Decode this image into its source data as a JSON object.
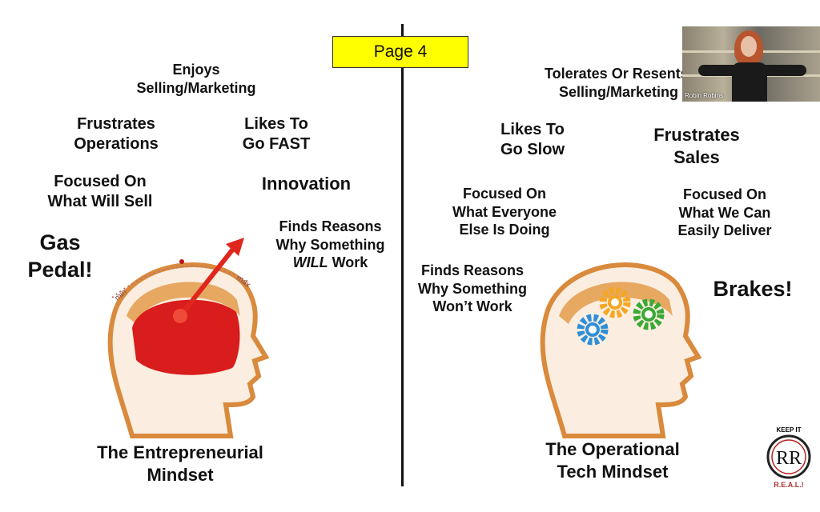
{
  "page_label": "Page 4",
  "video": {
    "participant_name": "Robin Robins"
  },
  "left": {
    "enjoys": [
      "Enjoys",
      "Selling/Marketing"
    ],
    "frustrates": [
      "Frustrates",
      "Operations"
    ],
    "likes": [
      "Likes To",
      "Go FAST"
    ],
    "focused": [
      "Focused On",
      "What Will Sell"
    ],
    "innovation": "Innovation",
    "finds": [
      "Finds Reasons",
      "Why Something",
      "WILL",
      " Work"
    ],
    "gas": [
      "Gas",
      "Pedal!"
    ],
    "gauge_min": "min",
    "gauge_max": "max",
    "caption": [
      "The Entrepreneurial",
      "Mindset"
    ]
  },
  "right": {
    "tolerates": [
      "Tolerates Or Resents",
      "Selling/Marketing"
    ],
    "likes": [
      "Likes To",
      "Go Slow"
    ],
    "frustrates": [
      "Frustrates",
      "Sales"
    ],
    "focused_everyone": [
      "Focused On",
      "What Everyone",
      "Else Is Doing"
    ],
    "focused_deliver": [
      "Focused On",
      "What We Can",
      "Easily Deliver"
    ],
    "finds": [
      "Finds Reasons",
      "Why Something",
      "Won’t Work"
    ],
    "brakes": "Brakes!",
    "caption": [
      "The Operational",
      "Tech Mindset"
    ]
  },
  "logo": {
    "top_text": "KEEP IT",
    "bottom_text": "R.E.A.L.!",
    "monogram": "RR"
  },
  "colors": {
    "highlight": "#ffff00",
    "head_outline": "#d98a3c",
    "brain_red": "#d91c1c",
    "gear_orange": "#f5a623",
    "gear_green": "#3aa935",
    "gear_blue": "#2f8fd8"
  }
}
